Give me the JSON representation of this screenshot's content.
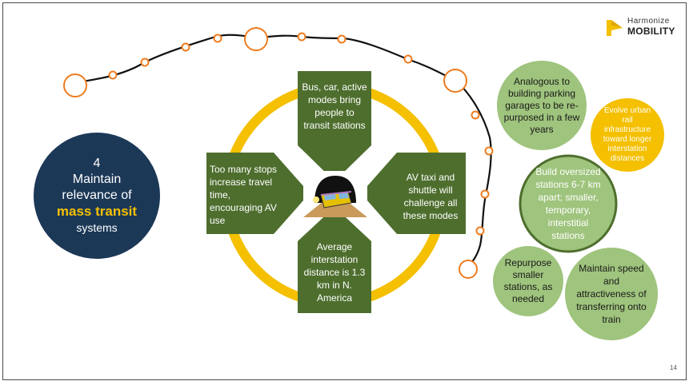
{
  "brand": {
    "name_top": "Harmonize",
    "name_bottom": "MOBILITY",
    "colors": {
      "navy": "#1c3857",
      "yellow": "#f4c000",
      "green": "#4e6e2e",
      "light_green": "#9fc47d",
      "orange": "#ef7c1f"
    }
  },
  "title": {
    "number": "4",
    "line1": "Maintain",
    "line2": "relevance of",
    "highlight": "mass transit",
    "line3": "systems"
  },
  "arrows": {
    "top": "Bus, car, active modes bring people to transit stations",
    "left": "Too many stops increase travel time, encouraging AV use",
    "right": "AV taxi and shuttle will challenge all these modes",
    "bottom": "Average interstation distance is 1.3 km in N. America"
  },
  "center_image": {
    "icon": "tunnel-train-icon"
  },
  "bubbles": {
    "parking": "Analogous to building parking garages to be re-purposed in a few years",
    "rail": "Evolve urban rail infrastructure toward longer interstation distances",
    "stations": "Build oversized stations 6-7 km apart; smaller, temporary, interstitial stations",
    "repurpose": "Repurpose smaller stations, as needed",
    "speed": "Maintain speed and attractiveness of transferring onto train"
  },
  "page_number": "14"
}
